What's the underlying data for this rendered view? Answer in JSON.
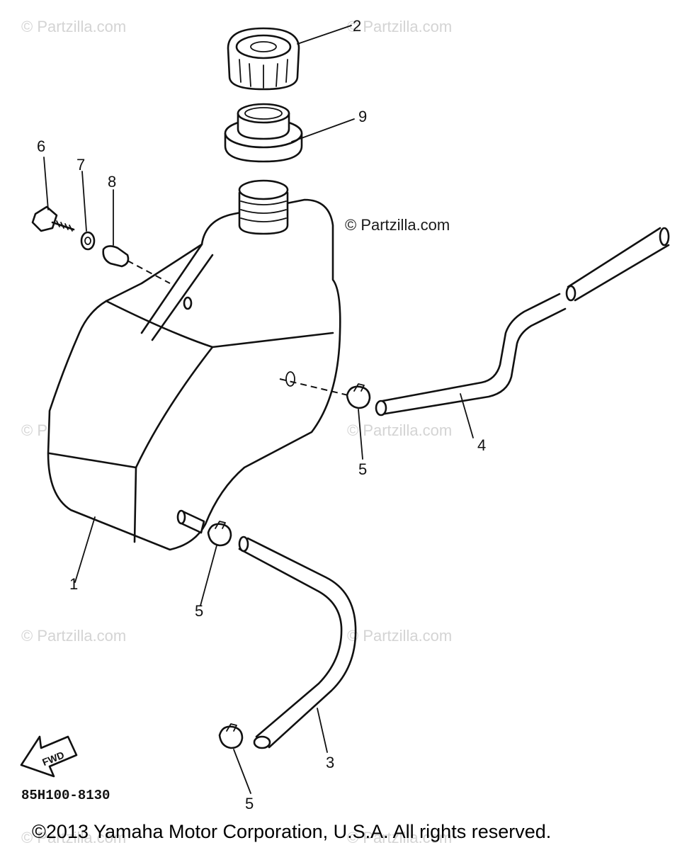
{
  "watermark": {
    "text": "© Partzilla.com",
    "prominent_text": "© Partzilla.com"
  },
  "callouts": {
    "c1": "1",
    "c2": "2",
    "c3": "3",
    "c4": "4",
    "c5a": "5",
    "c5b": "5",
    "c5c": "5",
    "c6": "6",
    "c7": "7",
    "c8": "8",
    "c9": "9"
  },
  "fwd_label": "FWD",
  "diagram_code": "85H100-8130",
  "copyright": "©2013 Yamaha Motor Corporation, U.S.A. All rights reserved.",
  "colors": {
    "line": "#111111",
    "watermark": "#d4d4d4",
    "background": "#ffffff"
  }
}
